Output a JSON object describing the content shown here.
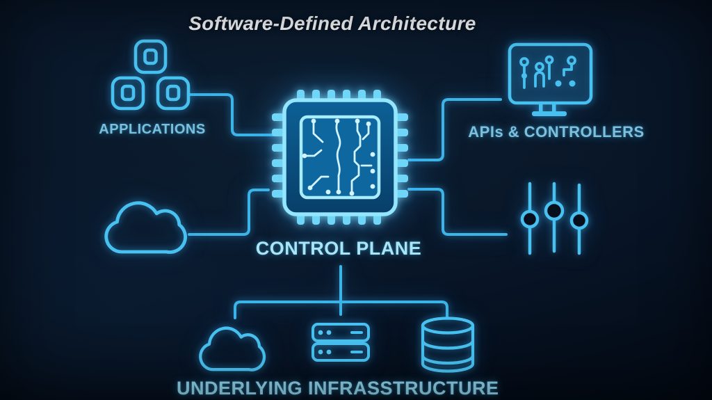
{
  "title": "Software-Defined Architecture",
  "nodes": {
    "applications": {
      "label": "APPLICATIONS",
      "icon": "app-squares-icon"
    },
    "cloud_source": {
      "label": "",
      "icon": "cloud-icon"
    },
    "control_plane": {
      "label": "CONTROL PLANE",
      "icon": "chip-icon"
    },
    "apis_controllers": {
      "label": "APIs & CONTROLLERS",
      "icon": "monitor-circuit-icon"
    },
    "configuration": {
      "label": "",
      "icon": "sliders-icon"
    },
    "underlying_infrastructure": {
      "label": "UNDERLYING INFRASSTRUCTURE",
      "icons": [
        "cloud-icon",
        "server-stack-icon",
        "database-icon"
      ]
    }
  },
  "edges": [
    {
      "from": "applications",
      "to": "control_plane"
    },
    {
      "from": "cloud_source",
      "to": "control_plane"
    },
    {
      "from": "control_plane",
      "to": "apis_controllers"
    },
    {
      "from": "control_plane",
      "to": "configuration"
    },
    {
      "from": "control_plane",
      "to": "underlying_infrastructure"
    }
  ],
  "colors": {
    "background_dark": "#02070f",
    "background_mid": "#0d1f31",
    "wire": "#3cb4e8",
    "icon_stroke": "#49c1f0",
    "chip_stroke": "#9ae9ff",
    "chip_fill": "#0a5e97",
    "title_text": "#f0f3f6",
    "label_text": "#90d4ec",
    "control_plane_text": "#a7e5f7"
  }
}
